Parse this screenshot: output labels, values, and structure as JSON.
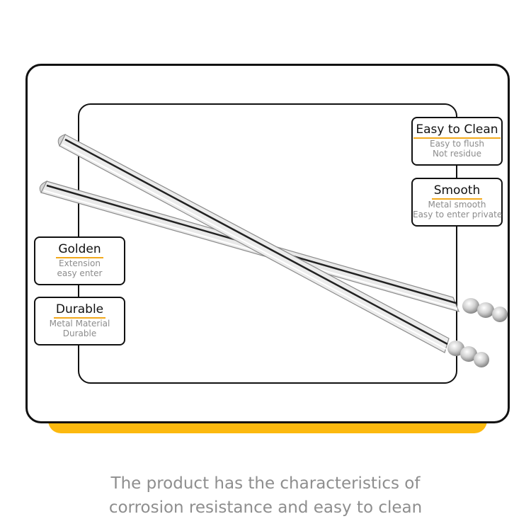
{
  "features": {
    "easy_clean": {
      "title": "Easy to Clean",
      "line1": "Easy to flush",
      "line2": "Not residue"
    },
    "smooth": {
      "title": "Smooth",
      "line1": "Metal smooth",
      "line2": "Easy to enter private"
    },
    "golden": {
      "title": "Golden",
      "line1": "Extension",
      "line2": "easy enter"
    },
    "durable": {
      "title": "Durable",
      "line1": "Metal Material",
      "line2": "Durable"
    }
  },
  "caption": {
    "line1": "The product has the characteristics of",
    "line2": "corrosion resistance and easy to clean"
  },
  "colors": {
    "accent_yellow": "#fcb90f",
    "underline_orange": "#f2a91c",
    "frame_black": "#111111",
    "caption_gray": "#8e8e8e"
  }
}
